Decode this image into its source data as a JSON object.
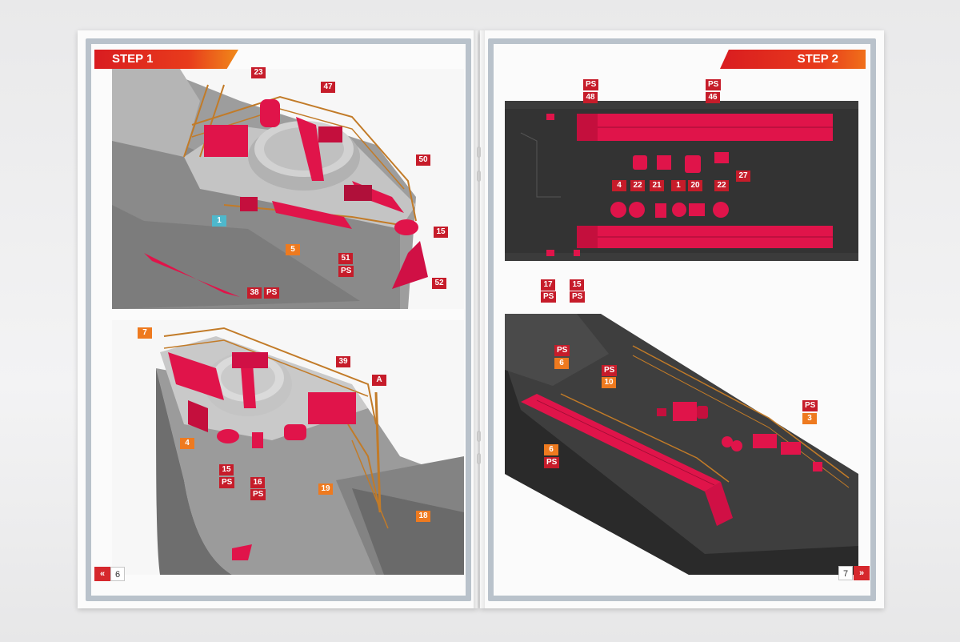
{
  "steps": {
    "left_title": "STEP 1",
    "right_title": "STEP 2"
  },
  "pages": {
    "left_number": "6",
    "right_number": "7",
    "prev_icon": "«",
    "next_icon": "»"
  },
  "colors": {
    "part_highlight": "#e0144a",
    "label_red": "#c61c2a",
    "label_orange": "#ee7a1f",
    "label_blue": "#4eb8cc",
    "frame": "#b9c2cb",
    "hull_light": "#bdbdbd",
    "hull_dark": "#3a3a3a"
  },
  "step1_top": {
    "labels": [
      "23",
      "47",
      "50",
      "15",
      "1",
      "5",
      "51",
      "PS",
      "52",
      "38",
      "PS"
    ]
  },
  "step1_bottom": {
    "labels": [
      "7",
      "39",
      "A",
      "4",
      "15",
      "PS",
      "16",
      "PS",
      "19",
      "18"
    ]
  },
  "step2_top": {
    "labels": [
      "PS",
      "48",
      "PS",
      "46",
      "27",
      "4",
      "22",
      "21",
      "1",
      "20",
      "22",
      "17",
      "PS",
      "15",
      "PS"
    ]
  },
  "step2_bottom": {
    "labels": [
      "PS",
      "6",
      "PS",
      "10",
      "PS",
      "3",
      "6",
      "PS"
    ]
  }
}
